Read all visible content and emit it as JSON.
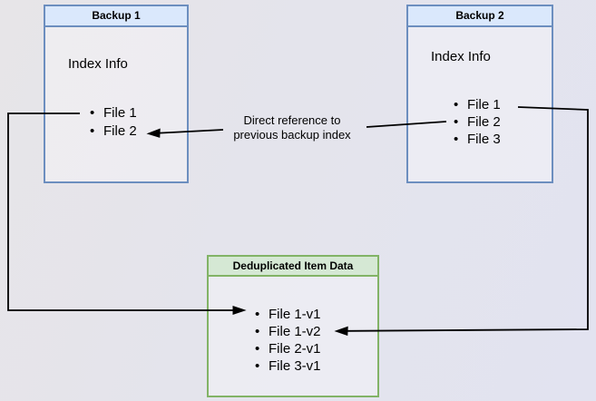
{
  "diagram": {
    "backup1": {
      "title": "Backup 1",
      "section_label": "Index Info",
      "items": [
        "File 1",
        "File 2"
      ]
    },
    "backup2": {
      "title": "Backup 2",
      "section_label": "Index Info",
      "items": [
        "File 1",
        "File 2",
        "File 3"
      ]
    },
    "dedup": {
      "title": "Deduplicated Item Data",
      "items": [
        "File 1-v1",
        "File 1-v2",
        "File 2-v1",
        "File 3-v1"
      ]
    },
    "annotation": {
      "line1": "Direct reference to",
      "line2": "previous backup index"
    },
    "colors": {
      "blue_fill": "#dae8fc",
      "blue_border": "#6c8ebf",
      "green_fill": "#d5e8d4",
      "green_border": "#82b366",
      "connector": "#000000",
      "background_left": "#e7e5e8",
      "background_right": "#e2e3f0"
    }
  }
}
